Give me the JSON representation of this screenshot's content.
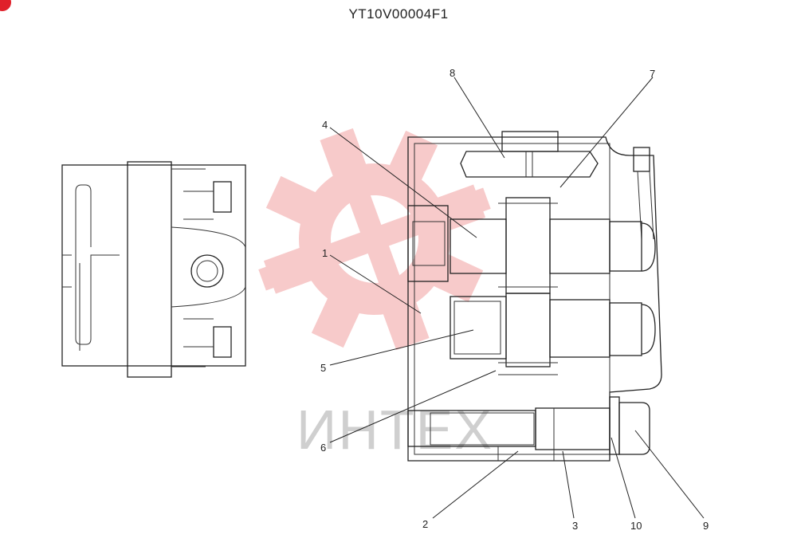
{
  "drawing": {
    "code": "YT10V00004F1"
  },
  "watermark": {
    "text": "ИНТЕХ",
    "icon": "gear-logo-icon",
    "color": "#f2a0a0"
  },
  "accent_color": "#e0202a",
  "callouts": [
    {
      "id": "1",
      "label": "1"
    },
    {
      "id": "2",
      "label": "2"
    },
    {
      "id": "3",
      "label": "3"
    },
    {
      "id": "4",
      "label": "4"
    },
    {
      "id": "5",
      "label": "5"
    },
    {
      "id": "6",
      "label": "6"
    },
    {
      "id": "7",
      "label": "7"
    },
    {
      "id": "8",
      "label": "8"
    },
    {
      "id": "9",
      "label": "9"
    },
    {
      "id": "10",
      "label": "10"
    }
  ]
}
